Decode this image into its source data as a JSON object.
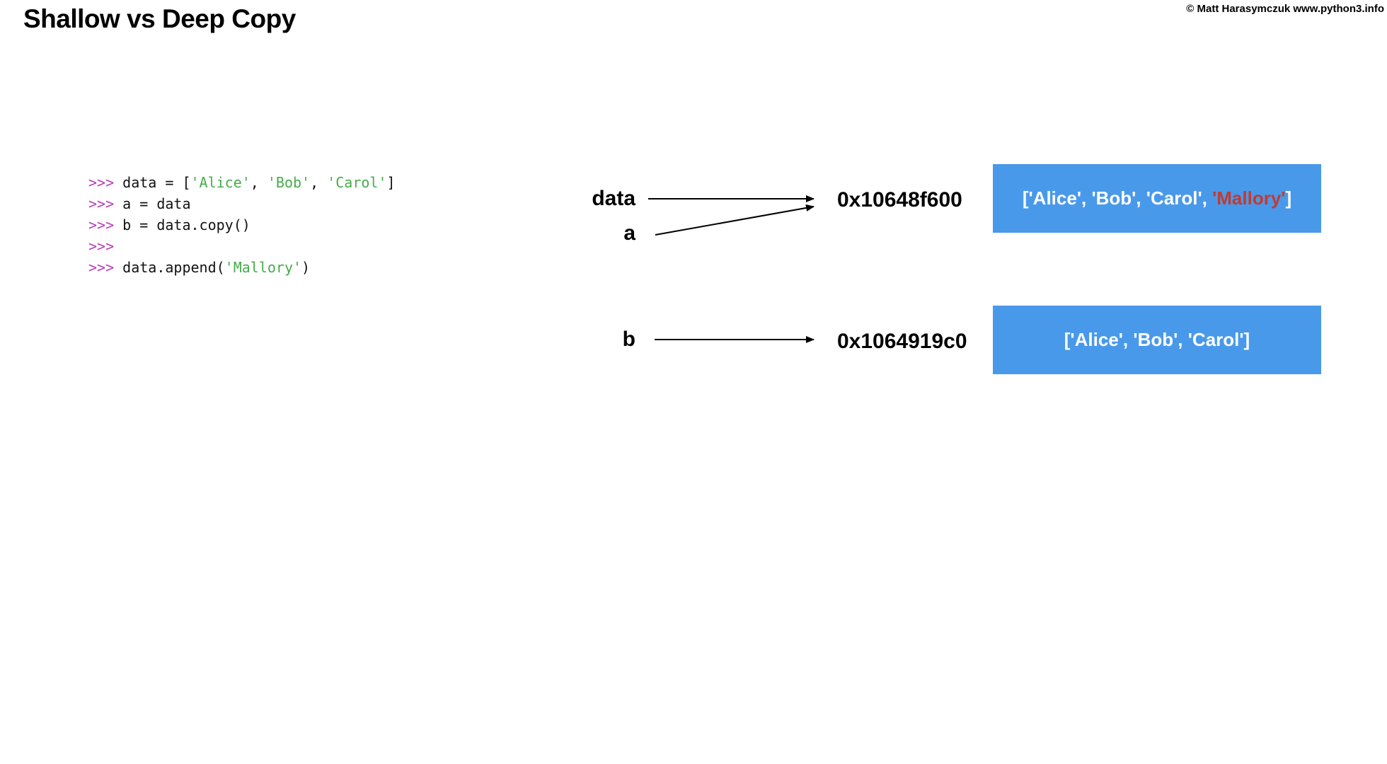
{
  "page": {
    "title": "Shallow vs Deep Copy",
    "copyright": "© Matt Harasymczuk www.python3.info"
  },
  "colors": {
    "box_blue": "#4999EB",
    "highlight_red": "#C23B2D",
    "prompt_magenta": "#B93CB9",
    "string_green": "#46AC4A",
    "arrow_black": "#000000"
  },
  "code": {
    "lines": [
      {
        "segments": [
          {
            "type": "prompt",
            "text": ">>> "
          },
          {
            "type": "code",
            "text": "data = ["
          },
          {
            "type": "string",
            "text": "'Alice'"
          },
          {
            "type": "code",
            "text": ", "
          },
          {
            "type": "string",
            "text": "'Bob'"
          },
          {
            "type": "code",
            "text": ", "
          },
          {
            "type": "string",
            "text": "'Carol'"
          },
          {
            "type": "code",
            "text": "]"
          }
        ]
      },
      {
        "segments": [
          {
            "type": "prompt",
            "text": ">>> "
          },
          {
            "type": "code",
            "text": "a = data"
          }
        ]
      },
      {
        "segments": [
          {
            "type": "prompt",
            "text": ">>> "
          },
          {
            "type": "code",
            "text": "b = data.copy()"
          }
        ]
      },
      {
        "segments": [
          {
            "type": "prompt",
            "text": ">>>"
          }
        ]
      },
      {
        "segments": [
          {
            "type": "prompt",
            "text": ">>> "
          },
          {
            "type": "code",
            "text": "data.append("
          },
          {
            "type": "string",
            "text": "'Mallory'"
          },
          {
            "type": "code",
            "text": ")"
          }
        ]
      }
    ]
  },
  "diagram": {
    "rows": [
      {
        "variables": [
          "data",
          "a"
        ],
        "address": "0x10648f600",
        "list_value": {
          "prefix": "['Alice', 'Bob', 'Carol', ",
          "highlight": "'Mallory'",
          "suffix": "]"
        }
      },
      {
        "variables": [
          "b"
        ],
        "address": "0x1064919c0",
        "list_value": {
          "prefix": "['Alice', 'Bob', 'Carol']",
          "highlight": "",
          "suffix": ""
        }
      }
    ]
  }
}
